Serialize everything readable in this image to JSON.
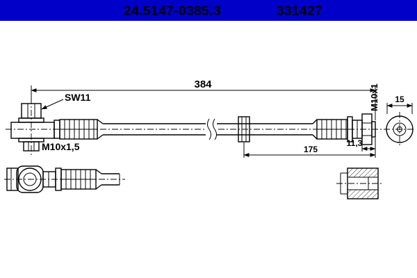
{
  "header": {
    "part_number": "24.5147-0385.3",
    "reference_number": "331427"
  },
  "drawing": {
    "dim_overall": "384",
    "label_wrench": "SW11",
    "label_thread_left": "M10x1,5",
    "label_thread_right": "M10x1",
    "dim_end_width": "15",
    "dim_partial": "175",
    "dim_fitting": "11,3"
  },
  "colors": {
    "header_bg": "#0000C8",
    "header_text": "#FFFFFF",
    "line": "#000000",
    "background": "#FFFFFF"
  }
}
